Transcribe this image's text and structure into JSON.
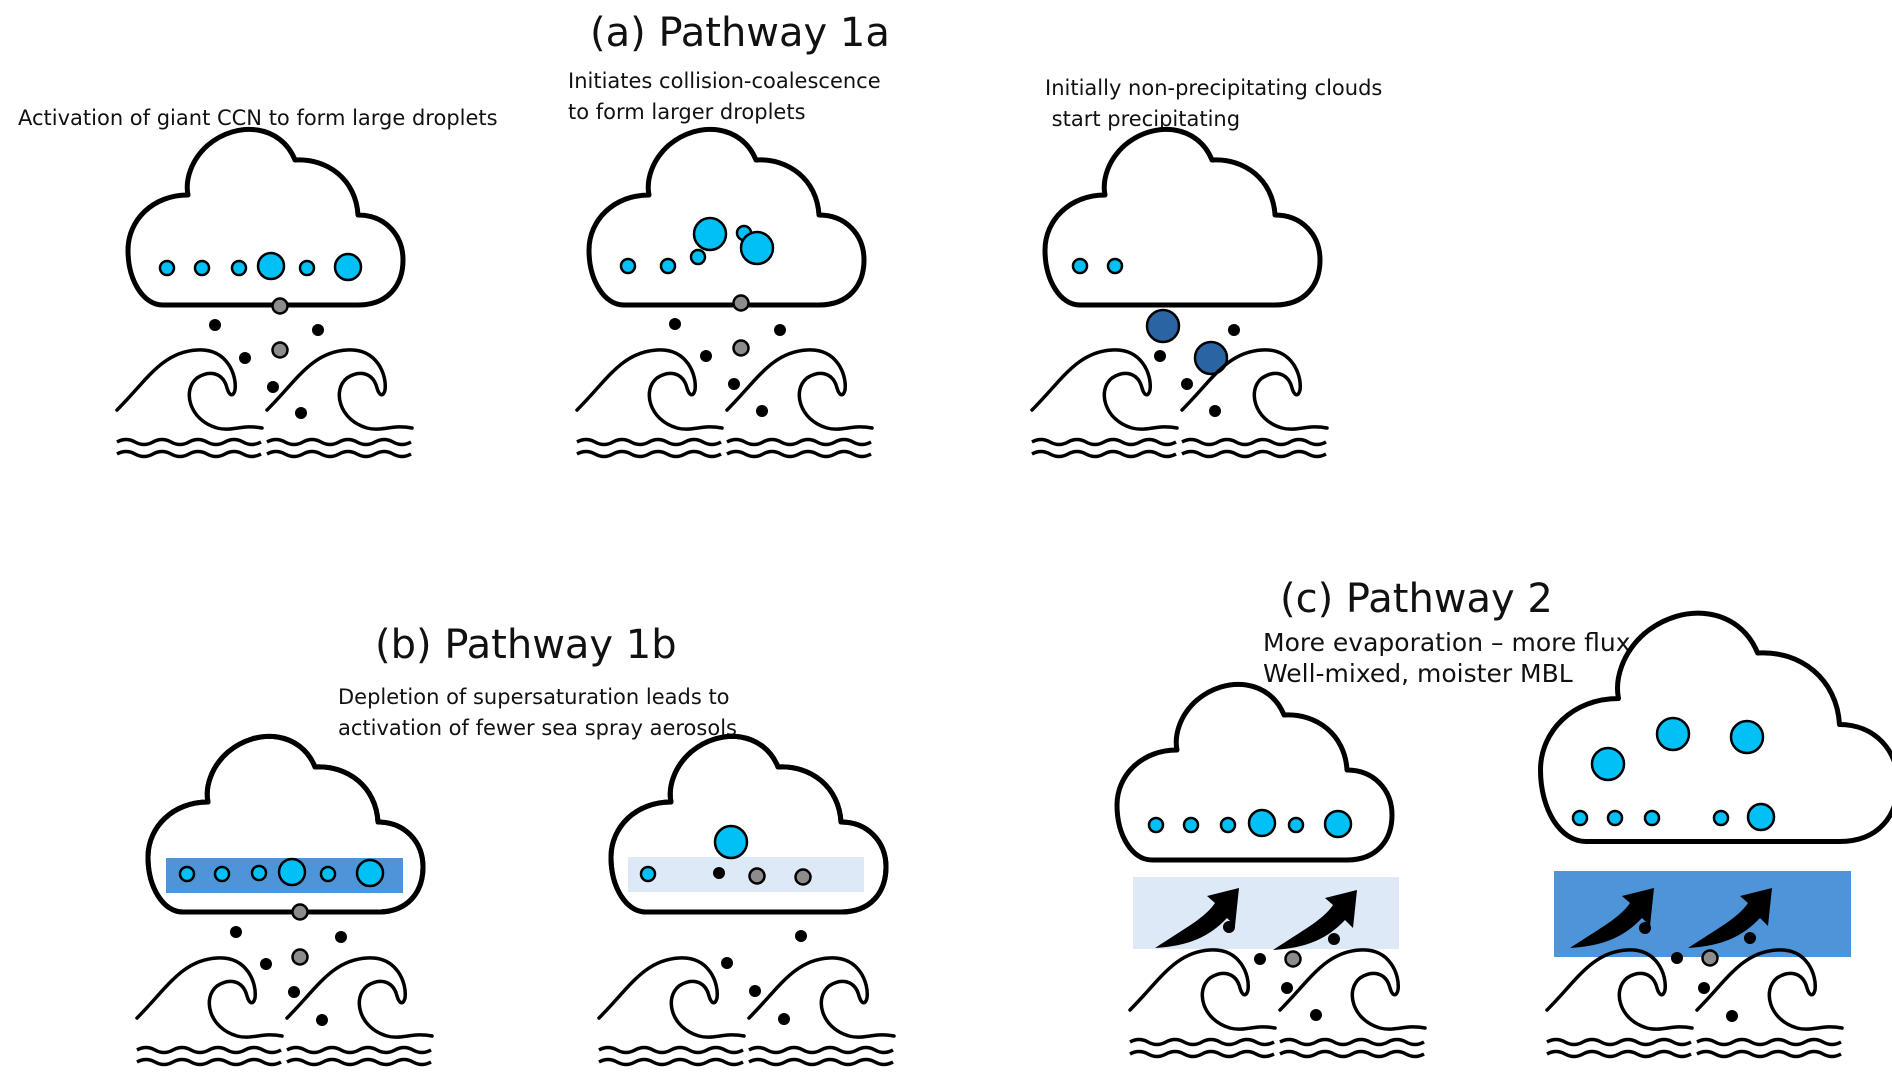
{
  "panels": {
    "a": {
      "title": "(a) Pathway 1a",
      "steps": [
        {
          "caption": "Activation of giant CCN to form large droplets"
        },
        {
          "caption": "Initiates collision-coalescence\nto form larger droplets"
        },
        {
          "caption": "Initially non-precipitating clouds\n start precipitating"
        }
      ]
    },
    "b": {
      "title": "(b) Pathway 1b",
      "caption": "Depletion of supersaturation leads to\nactivation of fewer sea spray aerosols"
    },
    "c": {
      "title": "(c) Pathway 2",
      "caption": "More evaporation – more flux\nWell-mixed, moister MBL"
    }
  },
  "colors": {
    "droplet": "#00c0f5",
    "rain_drop": "#2b64a2",
    "aerosol_grey": "#8c8c8c",
    "aerosol_black": "#000000",
    "supersaturation_high": "#4e94d8",
    "supersaturation_low": "#dde9f6",
    "outline": "#000000"
  }
}
